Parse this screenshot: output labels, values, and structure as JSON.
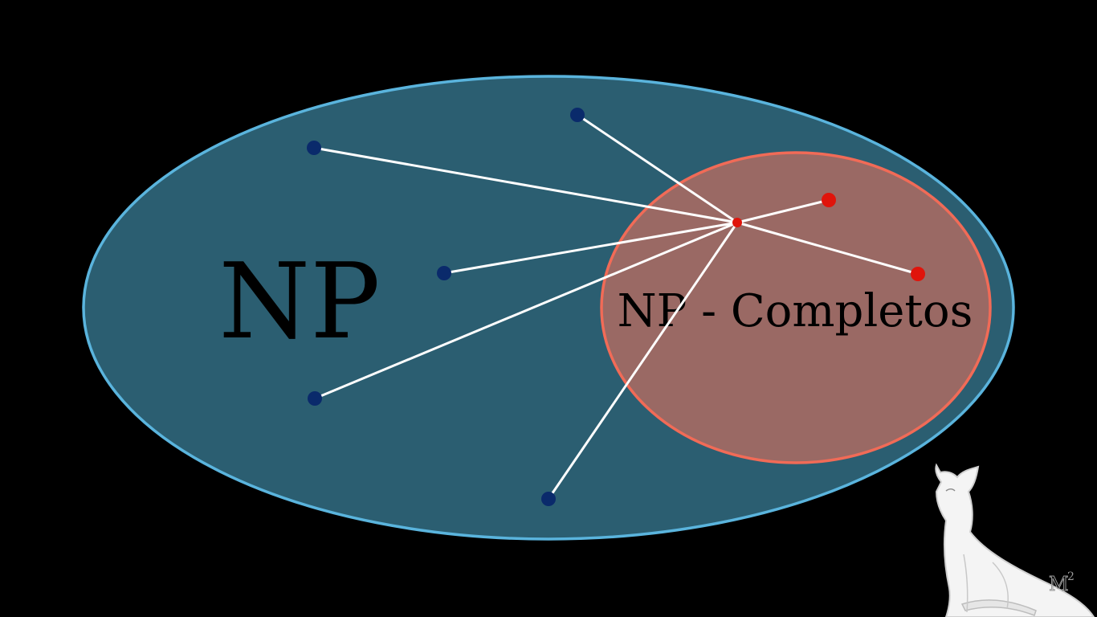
{
  "diagram": {
    "sets": {
      "np": {
        "label": "NP",
        "fill": "#2b5e71",
        "stroke": "#5ab4dd"
      },
      "np_complete": {
        "label": "NP - Completos",
        "fill": "#9a6964",
        "stroke": "#f16b57"
      }
    },
    "colors": {
      "np_point": "#0a2a6b",
      "np_complete_point": "#e0140b",
      "edge": "#ffffff",
      "background": "#000000",
      "text": "#000000"
    },
    "watermark": {
      "logo": "M",
      "superscript": "2",
      "mascot": "cat-illustration"
    }
  }
}
